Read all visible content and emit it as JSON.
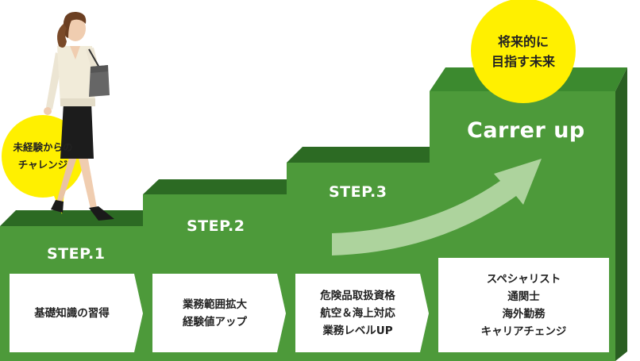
{
  "colors": {
    "front": "#4d9a3a",
    "top": "#2c6a23",
    "side": "#295e21",
    "highlight": "#fff000",
    "arrow": "#b8d9a8"
  },
  "bubble_start": {
    "lines": [
      "未経験からの",
      "チャレンジ"
    ]
  },
  "bubble_goal": {
    "lines": [
      "将来的に",
      "目指す未来"
    ]
  },
  "goal_heading": "Carrer up",
  "steps": [
    {
      "label": "STEP.1",
      "items": [
        "基礎知識の習得"
      ]
    },
    {
      "label": "STEP.2",
      "items": [
        "業務範囲拡大",
        "経験値アップ"
      ]
    },
    {
      "label": "STEP.3",
      "items": [
        "危険品取扱資格",
        "航空＆海上対応",
        "業務レベルUP"
      ]
    },
    {
      "label": "",
      "items": [
        "スペシャリスト",
        "通関士",
        "海外勤務",
        "キャリアチェンジ"
      ]
    }
  ],
  "figure": {
    "icon": "businesswoman-icon"
  }
}
